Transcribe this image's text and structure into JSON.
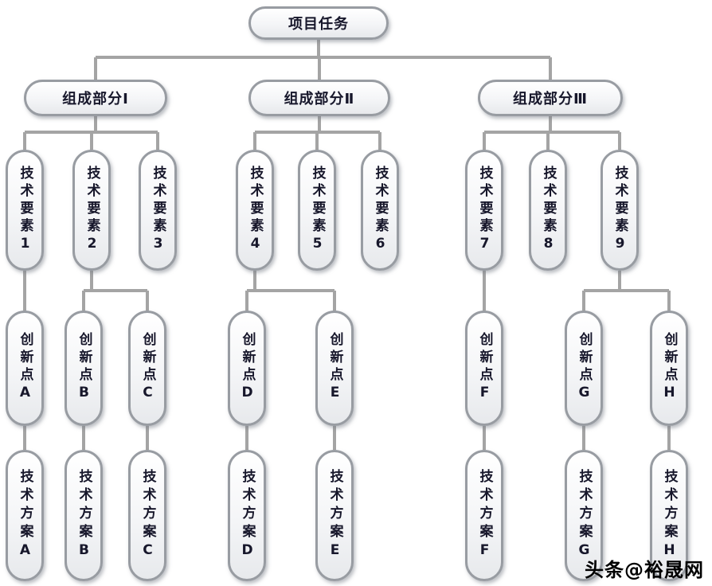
{
  "diagram": {
    "root": "项目任务",
    "components": [
      "组成部分Ⅰ",
      "组成部分Ⅱ",
      "组成部分Ⅲ"
    ],
    "elements": [
      "技术要素1",
      "技术要素2",
      "技术要素3",
      "技术要素4",
      "技术要素5",
      "技术要素6",
      "技术要素7",
      "技术要素8",
      "技术要素9"
    ],
    "innovations": [
      "创新点A",
      "创新点B",
      "创新点C",
      "创新点D",
      "创新点E",
      "创新点F",
      "创新点G",
      "创新点H"
    ],
    "solutions": [
      "技术方案A",
      "技术方案B",
      "技术方案C",
      "技术方案D",
      "技术方案E",
      "技术方案F",
      "技术方案G",
      "技术方案H"
    ]
  },
  "watermark": "头条@裕晟网",
  "colors": {
    "node_border": "#989ca2",
    "connector": "#a4a4a4",
    "text": "#17172b",
    "background": "#ffffff"
  }
}
